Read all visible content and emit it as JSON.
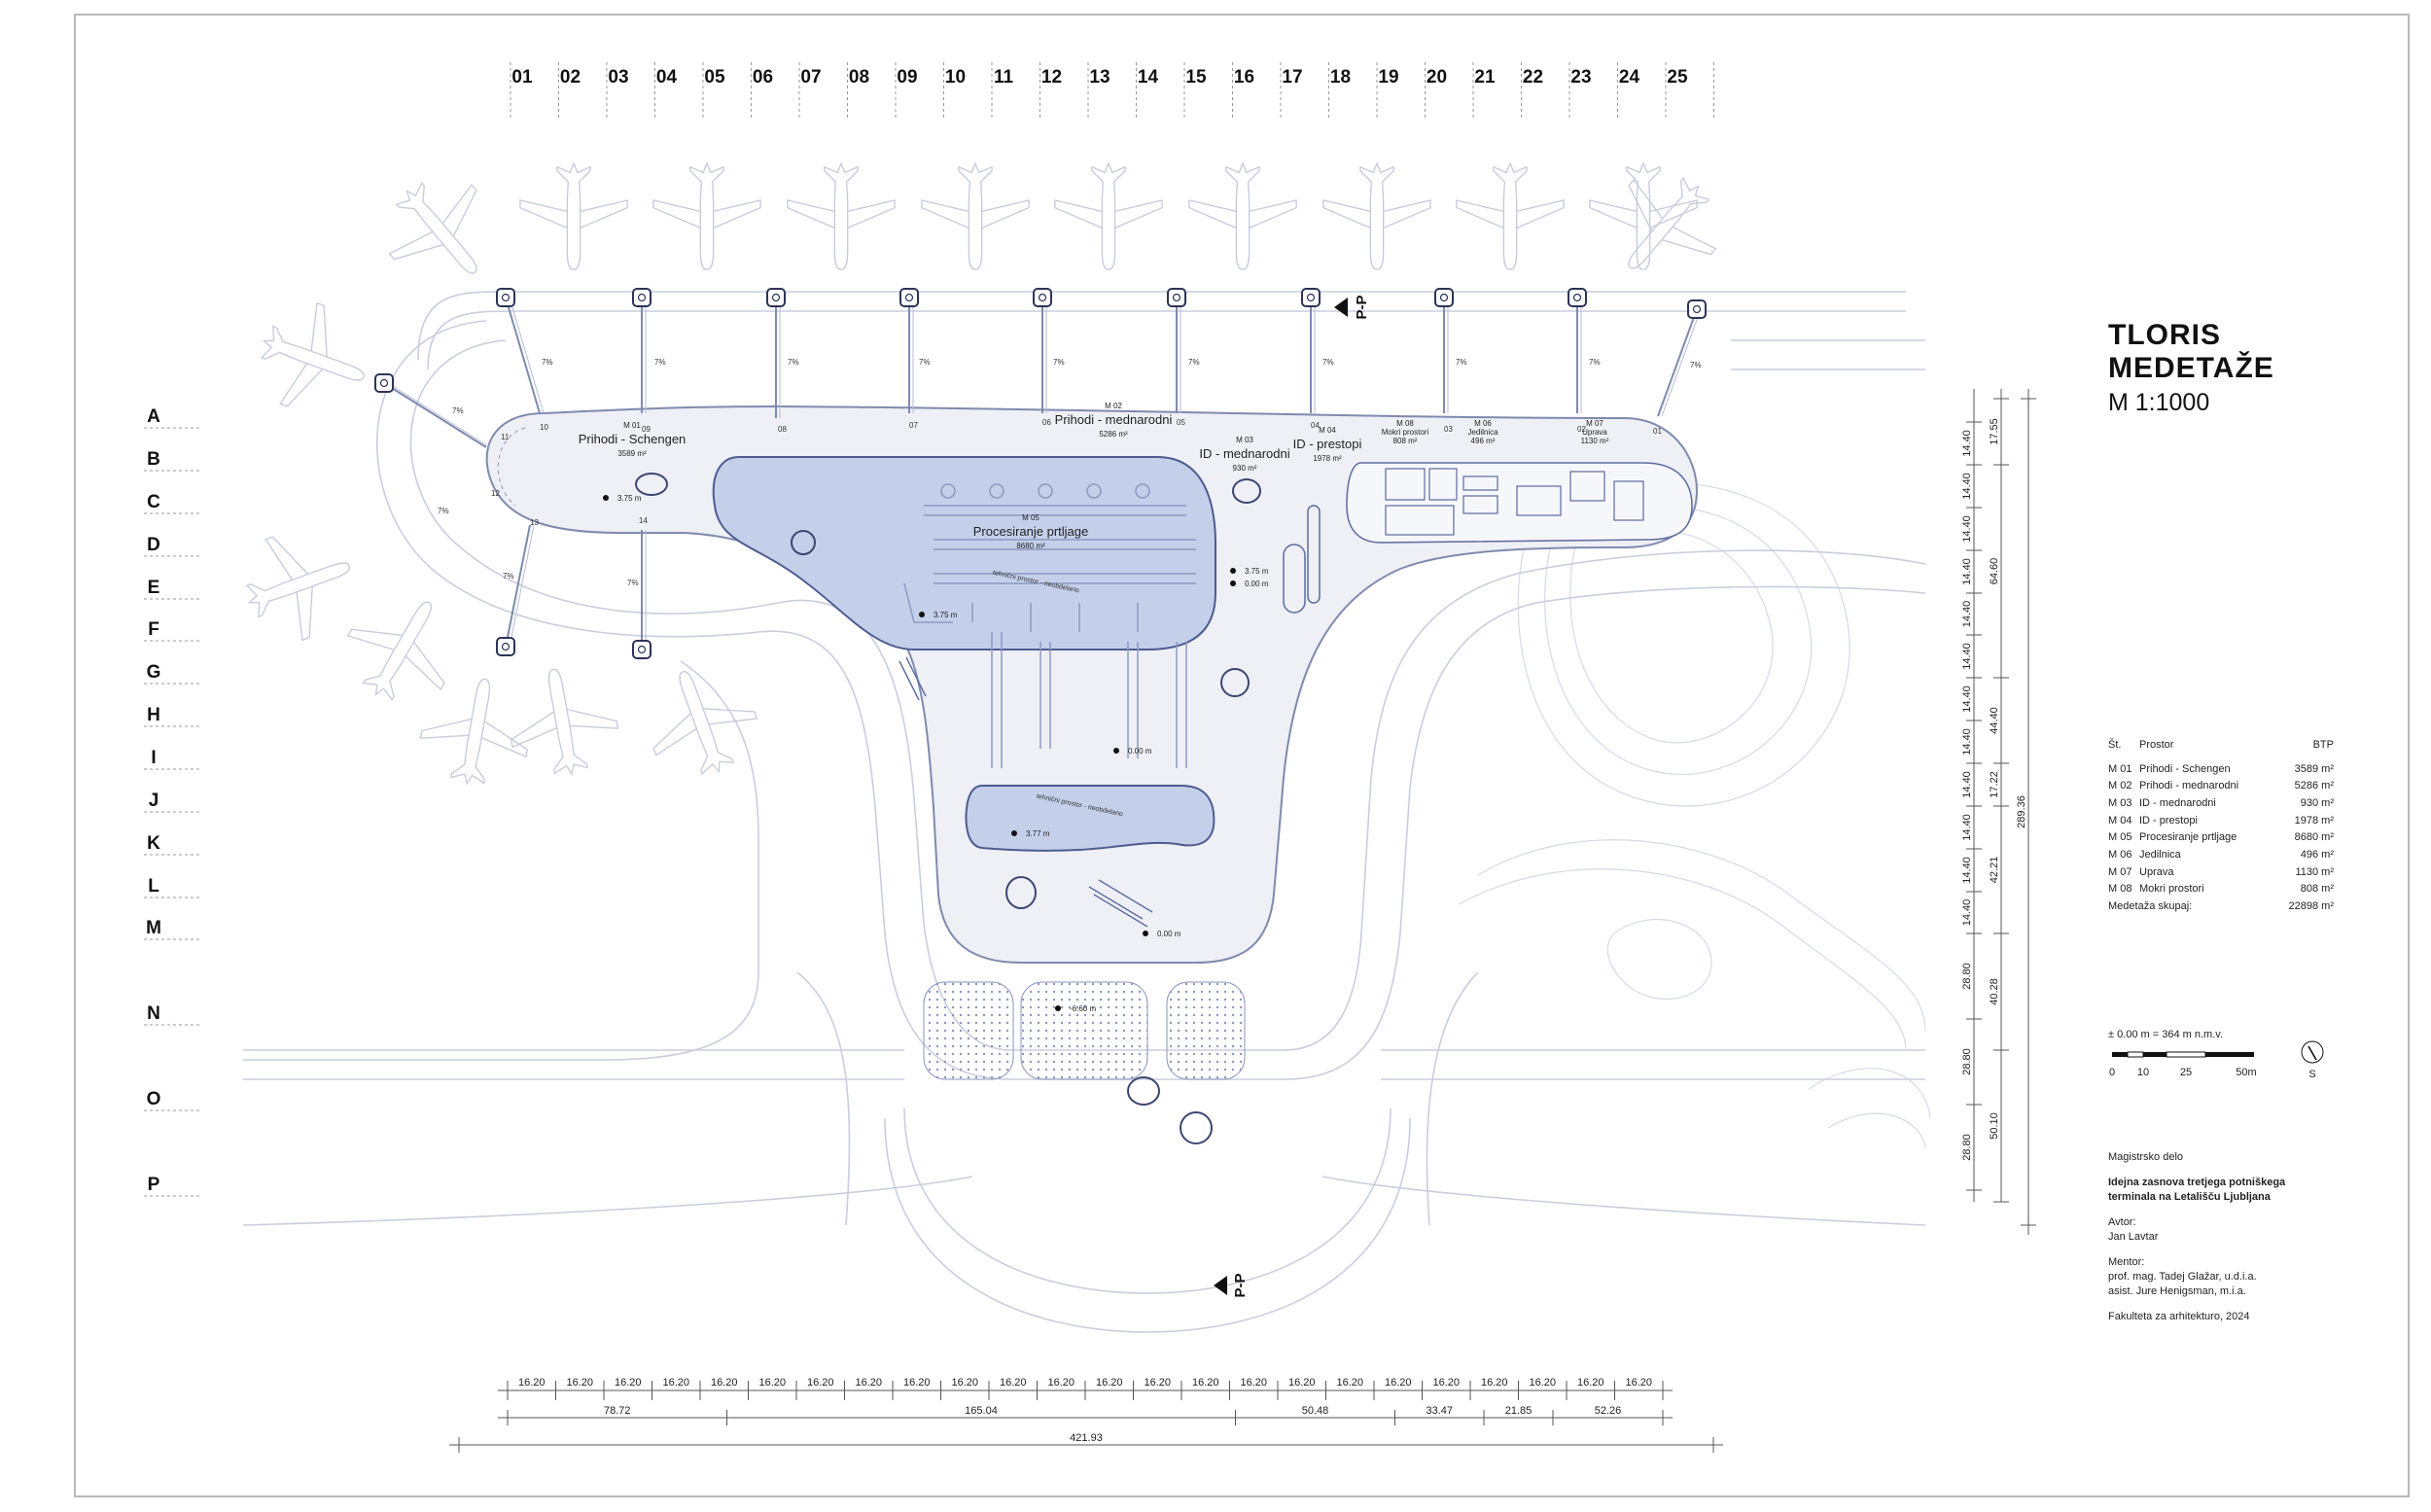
{
  "title": {
    "line1": "TLORIS",
    "line2": "MEDETAŽE",
    "scale": "M 1:1000"
  },
  "section_marker": "P-P",
  "gates": [
    "01",
    "02",
    "03",
    "04",
    "05",
    "06",
    "07",
    "08",
    "09",
    "10",
    "11",
    "12",
    "13",
    "14",
    "15",
    "16",
    "17",
    "18",
    "19",
    "20",
    "21",
    "22",
    "23",
    "24",
    "25"
  ],
  "rows": [
    "A",
    "B",
    "C",
    "D",
    "E",
    "F",
    "G",
    "H",
    "I",
    "J",
    "K",
    "L",
    "M",
    "N",
    "O",
    "P"
  ],
  "bottom_dims": {
    "module": "16.20",
    "module_count": 24,
    "groups": [
      "78.72",
      "165.04",
      "50.48",
      "33.47",
      "21.85",
      "52.26"
    ],
    "total": "421.93"
  },
  "side_dims": {
    "modules": [
      "14.40",
      "14.40",
      "14.40",
      "14.40",
      "14.40",
      "14.40",
      "14.40",
      "14.40",
      "14.40",
      "14.40",
      "14.40",
      "14.40",
      "28.80",
      "28.80",
      "28.80"
    ],
    "groups": [
      "17.55",
      "64.60",
      "44.40",
      "17.22",
      "42.21",
      "40.28",
      "50.10"
    ],
    "total": "289.36"
  },
  "zones": [
    {
      "id": "M 01",
      "name": "Prihodi - Schengen",
      "area": "3589 m²"
    },
    {
      "id": "M 02",
      "name": "Prihodi - mednarodni",
      "area": "5286 m²"
    },
    {
      "id": "M 03",
      "name": "ID - mednarodni",
      "area": "930 m²"
    },
    {
      "id": "M 04",
      "name": "ID - prestopi",
      "area": "1978 m²"
    },
    {
      "id": "M 05",
      "name": "Procesiranje prtljage",
      "area": "8680 m²"
    },
    {
      "id": "M 06",
      "name": "Jedilnica",
      "area": "496 m²"
    },
    {
      "id": "M 07",
      "name": "Uprava",
      "area": "1130 m²"
    },
    {
      "id": "M 08",
      "name": "Mokri prostori",
      "area": "808 m²"
    }
  ],
  "plan_labels": {
    "unused": "tehnični prostor - neobdelano",
    "levels": [
      "3.75 m",
      "3.75 m",
      "3.75 m",
      "0.00 m",
      "0.00 m",
      "3.77 m",
      "0.00 m",
      "-6.60 m"
    ],
    "slope": "7%",
    "stand_numbers": [
      "11",
      "10",
      "09",
      "08",
      "07",
      "06",
      "05",
      "04",
      "03",
      "02",
      "01",
      "12",
      "13",
      "14"
    ]
  },
  "table": {
    "col_no": "Št.",
    "col_space": "Prostor",
    "col_area": "BTP",
    "total_label": "Medetaža skupaj:",
    "total_value": "22898 m²"
  },
  "legend": {
    "elevation": "± 0.00 m = 364 m n.m.v.",
    "scale_ticks": [
      "0",
      "10",
      "25",
      "50m"
    ],
    "north": "S"
  },
  "credits": {
    "type": "Magistrsko delo",
    "thesis_line1": "Idejna zasnova tretjega potniškega",
    "thesis_line2": "terminala na Letališču Ljubljana",
    "author_label": "Avtor:",
    "author": "Jan Lavtar",
    "mentor_label": "Mentor:",
    "mentor1": "prof. mag. Tadej Glažar, u.d.i.a.",
    "mentor2": "asist. Jure Henigsman, m.i.a.",
    "faculty": "Fakulteta za arhitekturo, 2024"
  },
  "colors": {
    "accent_fill": "#c4cfea",
    "accent_stroke": "#5b6b9e",
    "line": "#9aa4c4",
    "text": "#222222"
  }
}
